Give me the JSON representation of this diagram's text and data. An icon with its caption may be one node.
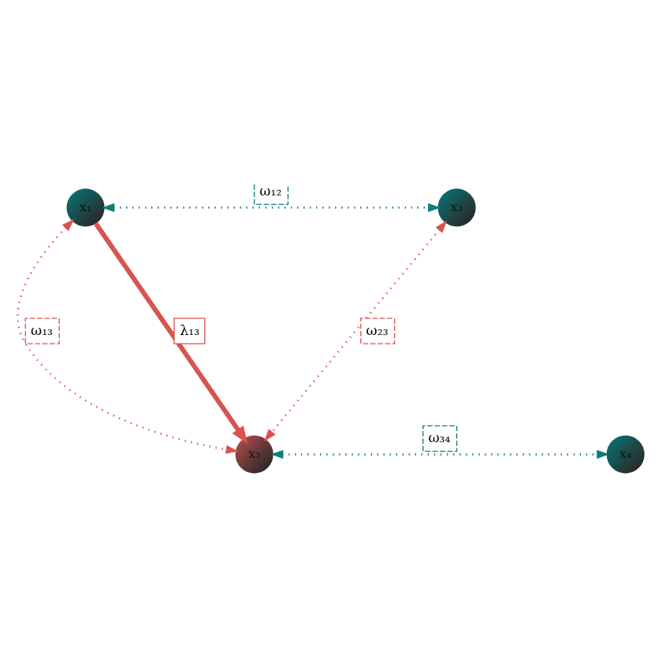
{
  "diagram": {
    "nodes": [
      {
        "text": [
          "x₁"
        ]
      },
      {
        "text": [
          "x₂"
        ]
      },
      {
        "text": [
          "x₃"
        ]
      },
      {
        "text": [
          "x₄"
        ]
      }
    ],
    "edges": [
      {
        "from": 0,
        "to": 1,
        "arrow": "both",
        "label": "ω₁₂",
        "style": "dashed",
        "color": "#0e7d7d"
      },
      {
        "from": 0,
        "to": 2,
        "arrow": "both",
        "label": "ω₁₃",
        "style": "dashed"
      },
      {
        "from": 0,
        "to": 2,
        "arrow": "to",
        "label": "λ₁₃",
        "style": "thick"
      },
      {
        "from": 1,
        "to": 2,
        "arrow": "both",
        "label": "ω₂₃",
        "style": "dashed"
      },
      {
        "from": 2,
        "to": 3,
        "arrow": "both",
        "label": "ω₃₄",
        "style": "dashed",
        "color": "#0e7d7d"
      }
    ]
  }
}
